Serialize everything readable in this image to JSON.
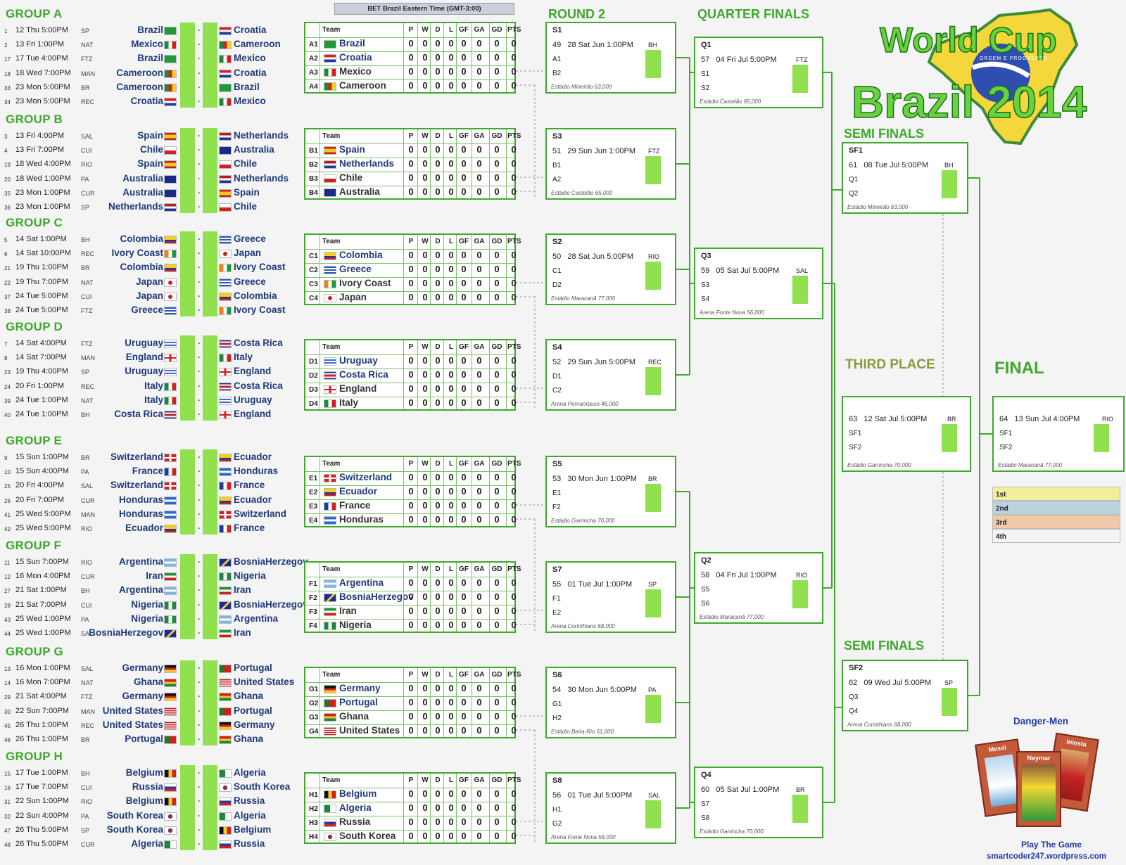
{
  "timezone": "BET Brazil Eastern Time (GMT-3:00)",
  "logo": {
    "line1": "World Cup",
    "line2": "Brazil 2014",
    "motto": "ORDEM E PROGRESSO"
  },
  "headers": {
    "round2": "ROUND 2",
    "quarter": "QUARTER FINALS",
    "semi": "SEMI FINALS",
    "third": "THIRD PLACE",
    "final": "FINAL"
  },
  "table_cols": [
    "Team",
    "P",
    "W",
    "D",
    "L",
    "GF",
    "GA",
    "GD",
    "PTS"
  ],
  "groups": [
    {
      "name": "GROUP A",
      "matches": [
        {
          "no": "1",
          "date": "12 Thu 5:00PM",
          "venue": "SP",
          "home": "Brazil",
          "away": "Croatia"
        },
        {
          "no": "2",
          "date": "13 Fri 1:00PM",
          "venue": "NAT",
          "home": "Mexico",
          "away": "Cameroon"
        },
        {
          "no": "17",
          "date": "17 Tue 4:00PM",
          "venue": "FTZ",
          "home": "Brazil",
          "away": "Mexico"
        },
        {
          "no": "18",
          "date": "18 Wed 7:00PM",
          "venue": "MAN",
          "home": "Cameroon",
          "away": "Croatia"
        },
        {
          "no": "33",
          "date": "23 Mon 5:00PM",
          "venue": "BR",
          "home": "Cameroon",
          "away": "Brazil"
        },
        {
          "no": "34",
          "date": "23 Mon 5:00PM",
          "venue": "REC",
          "home": "Croatia",
          "away": "Mexico"
        }
      ],
      "table": [
        {
          "pos": "A1",
          "team": "Brazil"
        },
        {
          "pos": "A2",
          "team": "Croatia"
        },
        {
          "pos": "A3",
          "team": "Mexico"
        },
        {
          "pos": "A4",
          "team": "Cameroon"
        }
      ]
    },
    {
      "name": "GROUP B",
      "matches": [
        {
          "no": "3",
          "date": "13 Fri 4:00PM",
          "venue": "SAL",
          "home": "Spain",
          "away": "Netherlands"
        },
        {
          "no": "4",
          "date": "13 Fri 7:00PM",
          "venue": "CUI",
          "home": "Chile",
          "away": "Australia"
        },
        {
          "no": "19",
          "date": "18 Wed 4:00PM",
          "venue": "RIO",
          "home": "Spain",
          "away": "Chile"
        },
        {
          "no": "20",
          "date": "18 Wed 1:00PM",
          "venue": "PA",
          "home": "Australia",
          "away": "Netherlands"
        },
        {
          "no": "35",
          "date": "23 Mon 1:00PM",
          "venue": "CUR",
          "home": "Australia",
          "away": "Spain"
        },
        {
          "no": "36",
          "date": "23 Mon 1:00PM",
          "venue": "SP",
          "home": "Netherlands",
          "away": "Chile"
        }
      ],
      "table": [
        {
          "pos": "B1",
          "team": "Spain"
        },
        {
          "pos": "B2",
          "team": "Netherlands"
        },
        {
          "pos": "B3",
          "team": "Chile"
        },
        {
          "pos": "B4",
          "team": "Australia"
        }
      ]
    },
    {
      "name": "GROUP C",
      "matches": [
        {
          "no": "5",
          "date": "14 Sat 1:00PM",
          "venue": "BH",
          "home": "Colombia",
          "away": "Greece"
        },
        {
          "no": "6",
          "date": "14 Sat 10:00PM",
          "venue": "REC",
          "home": "Ivory Coast",
          "away": "Japan"
        },
        {
          "no": "21",
          "date": "19 Thu 1:00PM",
          "venue": "BR",
          "home": "Colombia",
          "away": "Ivory Coast"
        },
        {
          "no": "22",
          "date": "19 Thu 7:00PM",
          "venue": "NAT",
          "home": "Japan",
          "away": "Greece"
        },
        {
          "no": "37",
          "date": "24 Tue 5:00PM",
          "venue": "CUI",
          "home": "Japan",
          "away": "Colombia"
        },
        {
          "no": "38",
          "date": "24 Tue 5:00PM",
          "venue": "FTZ",
          "home": "Greece",
          "away": "Ivory Coast"
        }
      ],
      "table": [
        {
          "pos": "C1",
          "team": "Colombia"
        },
        {
          "pos": "C2",
          "team": "Greece"
        },
        {
          "pos": "C3",
          "team": "Ivory Coast"
        },
        {
          "pos": "C4",
          "team": "Japan"
        }
      ]
    },
    {
      "name": "GROUP D",
      "matches": [
        {
          "no": "7",
          "date": "14 Sat 4:00PM",
          "venue": "FTZ",
          "home": "Uruguay",
          "away": "Costa Rica"
        },
        {
          "no": "8",
          "date": "14 Sat 7:00PM",
          "venue": "MAN",
          "home": "England",
          "away": "Italy"
        },
        {
          "no": "23",
          "date": "19 Thu 4:00PM",
          "venue": "SP",
          "home": "Uruguay",
          "away": "England"
        },
        {
          "no": "24",
          "date": "20 Fri 1:00PM",
          "venue": "REC",
          "home": "Italy",
          "away": "Costa Rica"
        },
        {
          "no": "39",
          "date": "24 Tue 1:00PM",
          "venue": "NAT",
          "home": "Italy",
          "away": "Uruguay"
        },
        {
          "no": "40",
          "date": "24 Tue 1:00PM",
          "venue": "BH",
          "home": "Costa Rica",
          "away": "England"
        }
      ],
      "table": [
        {
          "pos": "D1",
          "team": "Uruguay"
        },
        {
          "pos": "D2",
          "team": "Costa Rica"
        },
        {
          "pos": "D3",
          "team": "England"
        },
        {
          "pos": "D4",
          "team": "Italy"
        }
      ]
    },
    {
      "name": "GROUP E",
      "matches": [
        {
          "no": "9",
          "date": "15 Sun 1:00PM",
          "venue": "BR",
          "home": "Switzerland",
          "away": "Ecuador"
        },
        {
          "no": "10",
          "date": "15 Sun 4:00PM",
          "venue": "PA",
          "home": "France",
          "away": "Honduras"
        },
        {
          "no": "25",
          "date": "20 Fri 4:00PM",
          "venue": "SAL",
          "home": "Switzerland",
          "away": "France"
        },
        {
          "no": "26",
          "date": "20 Fri 7:00PM",
          "venue": "CUR",
          "home": "Honduras",
          "away": "Ecuador"
        },
        {
          "no": "41",
          "date": "25 Wed 5:00PM",
          "venue": "MAN",
          "home": "Honduras",
          "away": "Switzerland"
        },
        {
          "no": "42",
          "date": "25 Wed 5:00PM",
          "venue": "RIO",
          "home": "Ecuador",
          "away": "France"
        }
      ],
      "table": [
        {
          "pos": "E1",
          "team": "Switzerland"
        },
        {
          "pos": "E2",
          "team": "Ecuador"
        },
        {
          "pos": "E3",
          "team": "France"
        },
        {
          "pos": "E4",
          "team": "Honduras"
        }
      ]
    },
    {
      "name": "GROUP F",
      "matches": [
        {
          "no": "11",
          "date": "15 Sun 7:00PM",
          "venue": "RIO",
          "home": "Argentina",
          "away": "BosniaHerzegov"
        },
        {
          "no": "12",
          "date": "16 Mon 4:00PM",
          "venue": "CUR",
          "home": "Iran",
          "away": "Nigeria"
        },
        {
          "no": "27",
          "date": "21 Sat 1:00PM",
          "venue": "BH",
          "home": "Argentina",
          "away": "Iran"
        },
        {
          "no": "28",
          "date": "21 Sat 7:00PM",
          "venue": "CUI",
          "home": "Nigeria",
          "away": "BosniaHerzegov"
        },
        {
          "no": "43",
          "date": "25 Wed 1:00PM",
          "venue": "PA",
          "home": "Nigeria",
          "away": "Argentina"
        },
        {
          "no": "44",
          "date": "25 Wed 1:00PM",
          "venue": "SAL",
          "home": "BosniaHerzegov",
          "away": "Iran"
        }
      ],
      "table": [
        {
          "pos": "F1",
          "team": "Argentina"
        },
        {
          "pos": "F2",
          "team": "BosniaHerzegov"
        },
        {
          "pos": "F3",
          "team": "Iran"
        },
        {
          "pos": "F4",
          "team": "Nigeria"
        }
      ]
    },
    {
      "name": "GROUP G",
      "matches": [
        {
          "no": "13",
          "date": "16 Mon 1:00PM",
          "venue": "SAL",
          "home": "Germany",
          "away": "Portugal"
        },
        {
          "no": "14",
          "date": "16 Mon 7:00PM",
          "venue": "NAT",
          "home": "Ghana",
          "away": "United States"
        },
        {
          "no": "29",
          "date": "21 Sat 4:00PM",
          "venue": "FTZ",
          "home": "Germany",
          "away": "Ghana"
        },
        {
          "no": "30",
          "date": "22 Sun 7:00PM",
          "venue": "MAN",
          "home": "United States",
          "away": "Portugal"
        },
        {
          "no": "45",
          "date": "26 Thu 1:00PM",
          "venue": "REC",
          "home": "United States",
          "away": "Germany"
        },
        {
          "no": "46",
          "date": "26 Thu 1:00PM",
          "venue": "BR",
          "home": "Portugal",
          "away": "Ghana"
        }
      ],
      "table": [
        {
          "pos": "G1",
          "team": "Germany"
        },
        {
          "pos": "G2",
          "team": "Portugal"
        },
        {
          "pos": "G3",
          "team": "Ghana"
        },
        {
          "pos": "G4",
          "team": "United States"
        }
      ]
    },
    {
      "name": "GROUP H",
      "matches": [
        {
          "no": "15",
          "date": "17 Tue 1:00PM",
          "venue": "BH",
          "home": "Belgium",
          "away": "Algeria"
        },
        {
          "no": "16",
          "date": "17 Tue 7:00PM",
          "venue": "CUI",
          "home": "Russia",
          "away": "South Korea"
        },
        {
          "no": "31",
          "date": "22 Sun 1:00PM",
          "venue": "RIO",
          "home": "Belgium",
          "away": "Russia"
        },
        {
          "no": "32",
          "date": "22 Sun 4:00PM",
          "venue": "PA",
          "home": "South Korea",
          "away": "Algeria"
        },
        {
          "no": "47",
          "date": "26 Thu 5:00PM",
          "venue": "SP",
          "home": "South Korea",
          "away": "Belgium"
        },
        {
          "no": "48",
          "date": "26 Thu 5:00PM",
          "venue": "CUR",
          "home": "Algeria",
          "away": "Russia"
        }
      ],
      "table": [
        {
          "pos": "H1",
          "team": "Belgium"
        },
        {
          "pos": "H2",
          "team": "Algeria"
        },
        {
          "pos": "H3",
          "team": "Russia"
        },
        {
          "pos": "H4",
          "team": "South Korea"
        }
      ]
    }
  ],
  "round2": [
    {
      "id": "S1",
      "no": "49",
      "info": "28 Sat Jun 1:00PM",
      "venue": "BH",
      "t1": "A1",
      "t2": "B2",
      "stadium": "Estádio Mineirão 63,000"
    },
    {
      "id": "S3",
      "no": "51",
      "info": "29 Sun Jun 1:00PM",
      "venue": "FTZ",
      "t1": "B1",
      "t2": "A2",
      "stadium": "Estádio Castelão 65,000"
    },
    {
      "id": "S2",
      "no": "50",
      "info": "28 Sat Jun 5:00PM",
      "venue": "RIO",
      "t1": "C1",
      "t2": "D2",
      "stadium": "Estádio Maracanã 77,000"
    },
    {
      "id": "S4",
      "no": "52",
      "info": "29 Sun Jun 5:00PM",
      "venue": "REC",
      "t1": "D1",
      "t2": "C2",
      "stadium": "Arena Pernambuco 46,000"
    },
    {
      "id": "S5",
      "no": "53",
      "info": "30 Mon Jun 1:00PM",
      "venue": "BR",
      "t1": "E1",
      "t2": "F2",
      "stadium": "Estádio Garrincha 70,000"
    },
    {
      "id": "S7",
      "no": "55",
      "info": "01 Tue Jul 1:00PM",
      "venue": "SP",
      "t1": "F1",
      "t2": "E2",
      "stadium": "Arena Corinthians 68,000"
    },
    {
      "id": "S6",
      "no": "54",
      "info": "30 Mon Jun 5:00PM",
      "venue": "PA",
      "t1": "G1",
      "t2": "H2",
      "stadium": "Estádio Beira-Rio 51,000"
    },
    {
      "id": "S8",
      "no": "56",
      "info": "01 Tue Jul 5:00PM",
      "venue": "SAL",
      "t1": "H1",
      "t2": "G2",
      "stadium": "Arena Fonte Nova 56,000"
    }
  ],
  "quarters": [
    {
      "id": "Q1",
      "no": "57",
      "info": "04 Fri Jul 5:00PM",
      "venue": "FTZ",
      "t1": "S1",
      "t2": "S2",
      "stadium": "Estádio Castelão 65,000"
    },
    {
      "id": "Q3",
      "no": "59",
      "info": "05 Sat Jul 5:00PM",
      "venue": "SAL",
      "t1": "S3",
      "t2": "S4",
      "stadium": "Arena Fonte Nova 56,000"
    },
    {
      "id": "Q2",
      "no": "58",
      "info": "04 Fri Jul 1:00PM",
      "venue": "RIO",
      "t1": "S5",
      "t2": "S6",
      "stadium": "Estádio Maracanã 77,000"
    },
    {
      "id": "Q4",
      "no": "60",
      "info": "05 Sat Jul 1:00PM",
      "venue": "BR",
      "t1": "S7",
      "t2": "S8",
      "stadium": "Estádio Garrincha 70,000"
    }
  ],
  "semis": [
    {
      "id": "SF1",
      "no": "61",
      "info": "08 Tue Jul 5:00PM",
      "venue": "BH",
      "t1": "Q1",
      "t2": "Q2",
      "stadium": "Estádio Mineirão 63,000"
    },
    {
      "id": "SF2",
      "no": "62",
      "info": "09 Wed Jul 5:00PM",
      "venue": "SP",
      "t1": "Q3",
      "t2": "Q4",
      "stadium": "Arena Corinthians 68,000"
    }
  ],
  "third": {
    "id": "",
    "no": "63",
    "info": "12 Sat Jul 5:00PM",
    "venue": "BR",
    "t1": "SF1",
    "t2": "SF2",
    "stadium": "Estádio Garrincha 70,000"
  },
  "final": {
    "id": "",
    "no": "64",
    "info": "13 Sun Jul 4:00PM",
    "venue": "RIO",
    "t1": "SF1",
    "t2": "SF2",
    "stadium": "Estádio Maracanã 77,000"
  },
  "legend": [
    {
      "label": "1st",
      "color": "#f3ee9c"
    },
    {
      "label": "2nd",
      "color": "#b9d3df"
    },
    {
      "label": "3rd",
      "color": "#f0c9a8"
    },
    {
      "label": "4th",
      "color": "#f4f4f4"
    }
  ],
  "danger": {
    "title": "Danger-Men",
    "cards": [
      "Messi",
      "Neymar",
      "Iniesta"
    ],
    "play": "Play The Game",
    "site": "smartcoder247.wordpress.com"
  },
  "colors": {
    "green": "#3ea92c",
    "score": "#90e050",
    "team": "#1f3a7a"
  }
}
